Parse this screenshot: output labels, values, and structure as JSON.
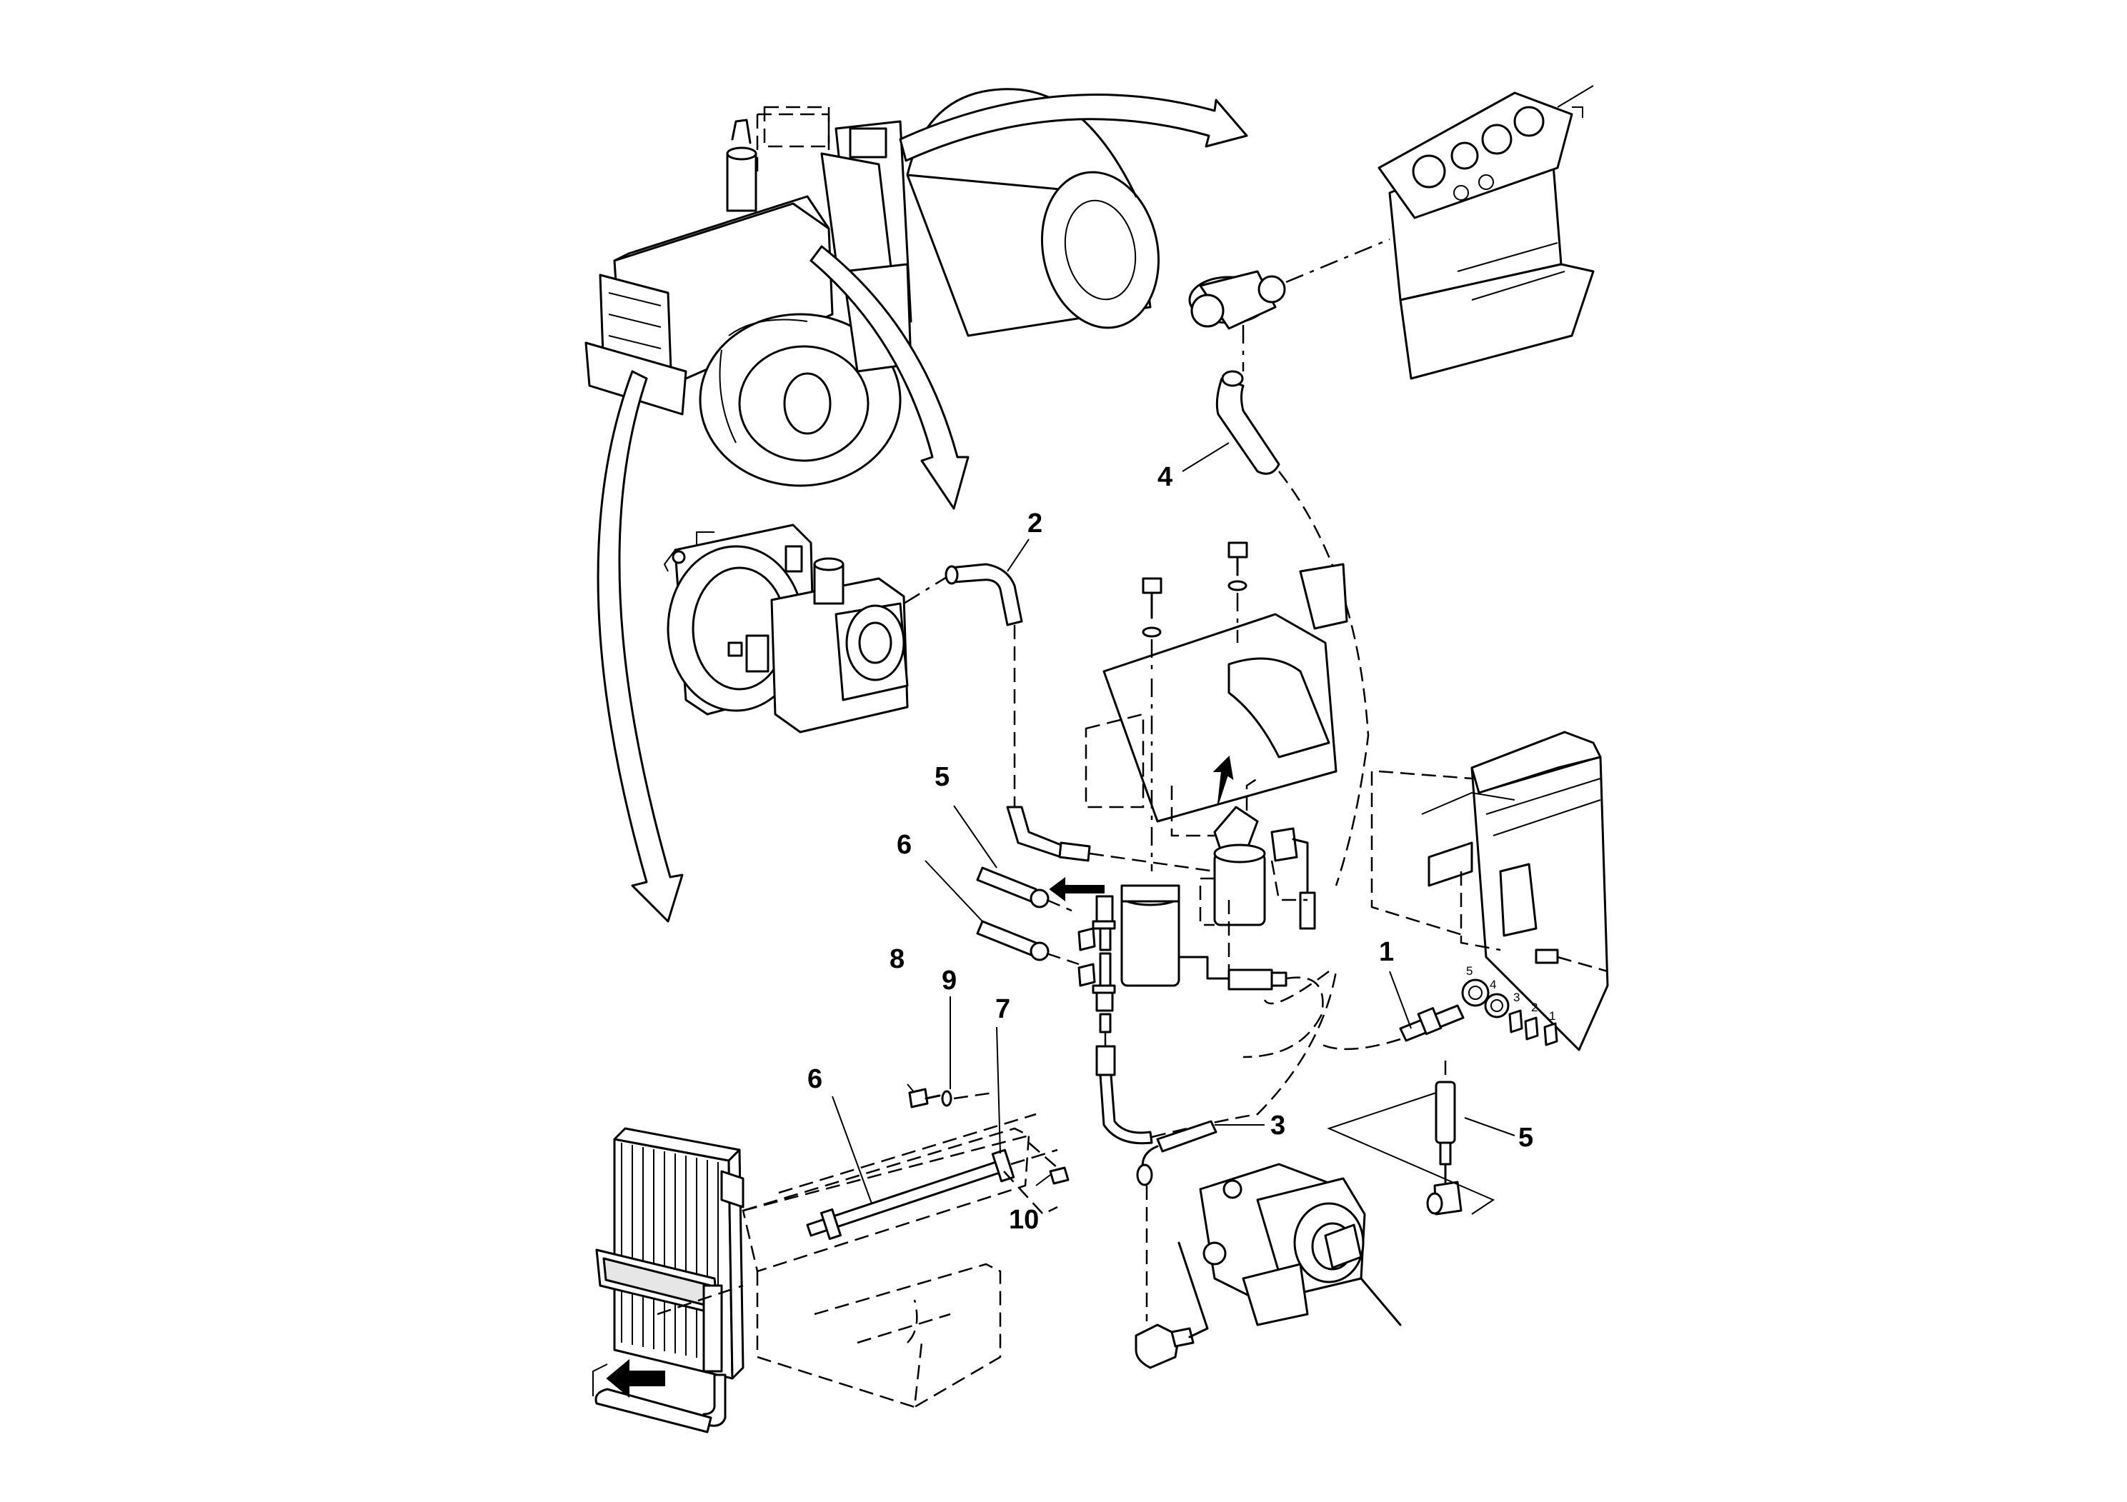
{
  "callouts": {
    "c1": "1",
    "c2": "2",
    "c3": "3",
    "c4": "4",
    "c5a": "5",
    "c5b": "5",
    "c6a": "6",
    "c6b": "6",
    "c7": "7",
    "c8": "8",
    "c9": "9",
    "c10": "10"
  },
  "port_labels": {
    "p1": "1",
    "p2": "2",
    "p3": "3",
    "p4": "4",
    "p5": "5"
  }
}
